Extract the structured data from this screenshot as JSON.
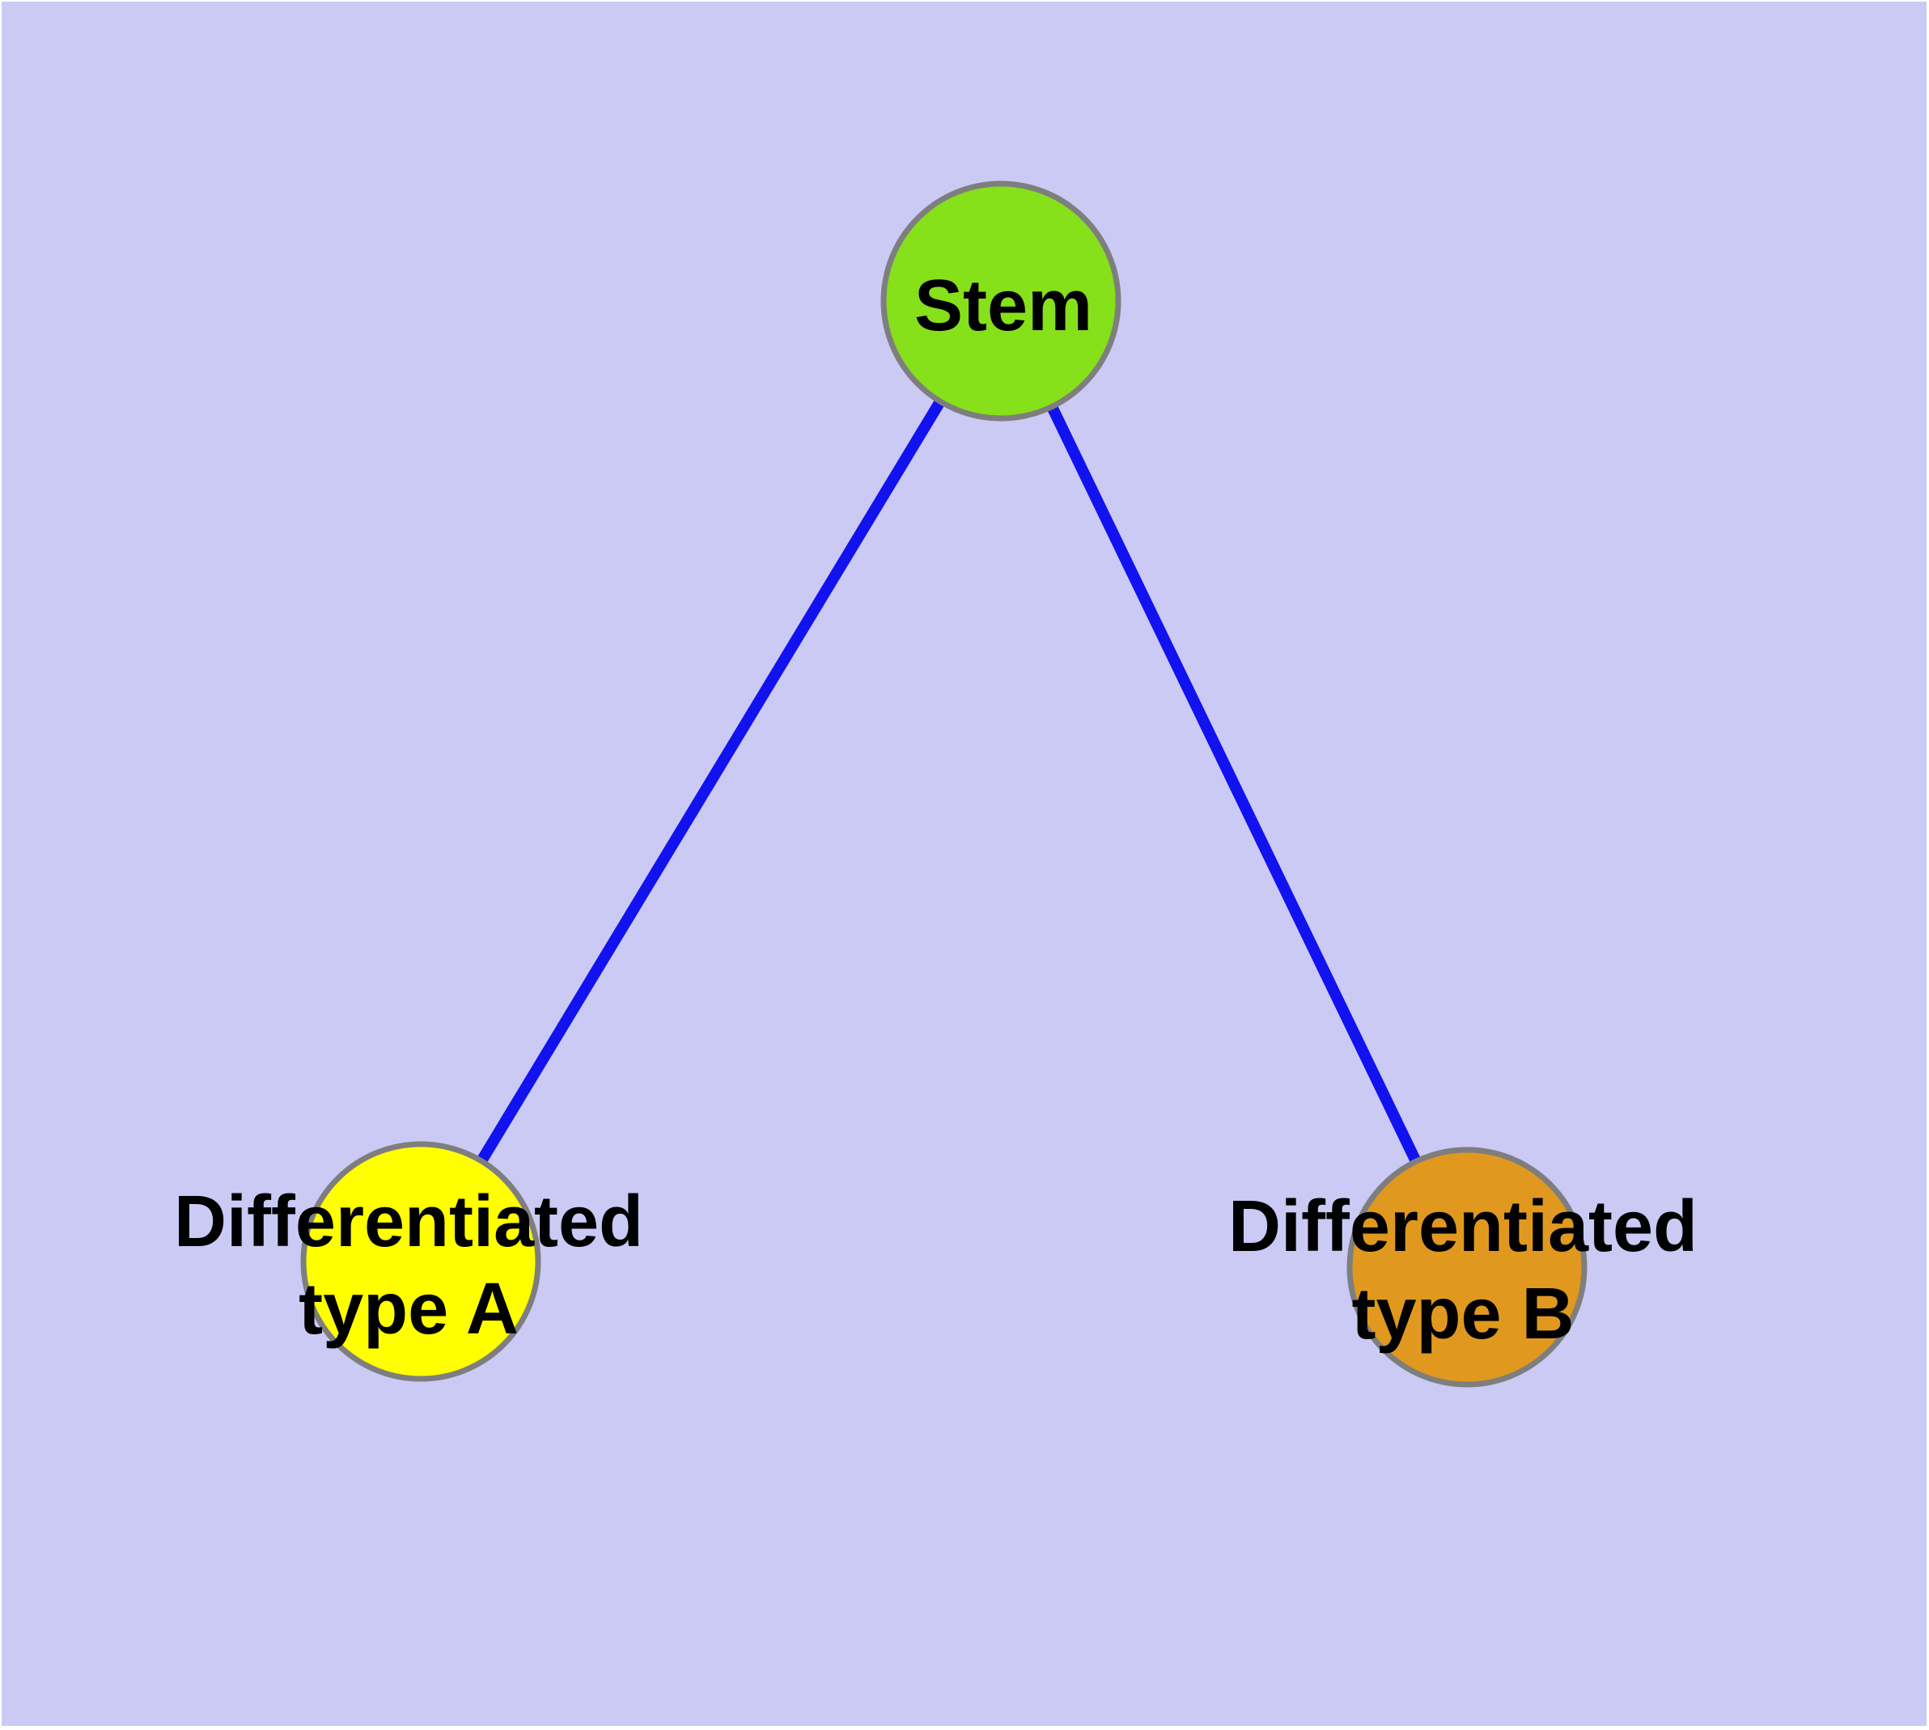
{
  "diagram": {
    "canvas_color": "#CACAF5",
    "edge_color": "#1212F0",
    "node_border_color": "#7E7E7E",
    "text_color": "#000000",
    "nodes": [
      {
        "id": "stem",
        "label": "Stem",
        "fill": "#86E01A"
      },
      {
        "id": "differentiated-type-a",
        "label_line1": "Differentiated",
        "label_line2": "type A",
        "fill": "#FFFF00"
      },
      {
        "id": "differentiated-type-b",
        "label_line1": "Differentiated",
        "label_line2": "type B",
        "fill": "#E0991E"
      }
    ],
    "edges": [
      {
        "from": "Stem",
        "to": "Differentiated type A"
      },
      {
        "from": "Stem",
        "to": "Differentiated type B"
      }
    ]
  }
}
